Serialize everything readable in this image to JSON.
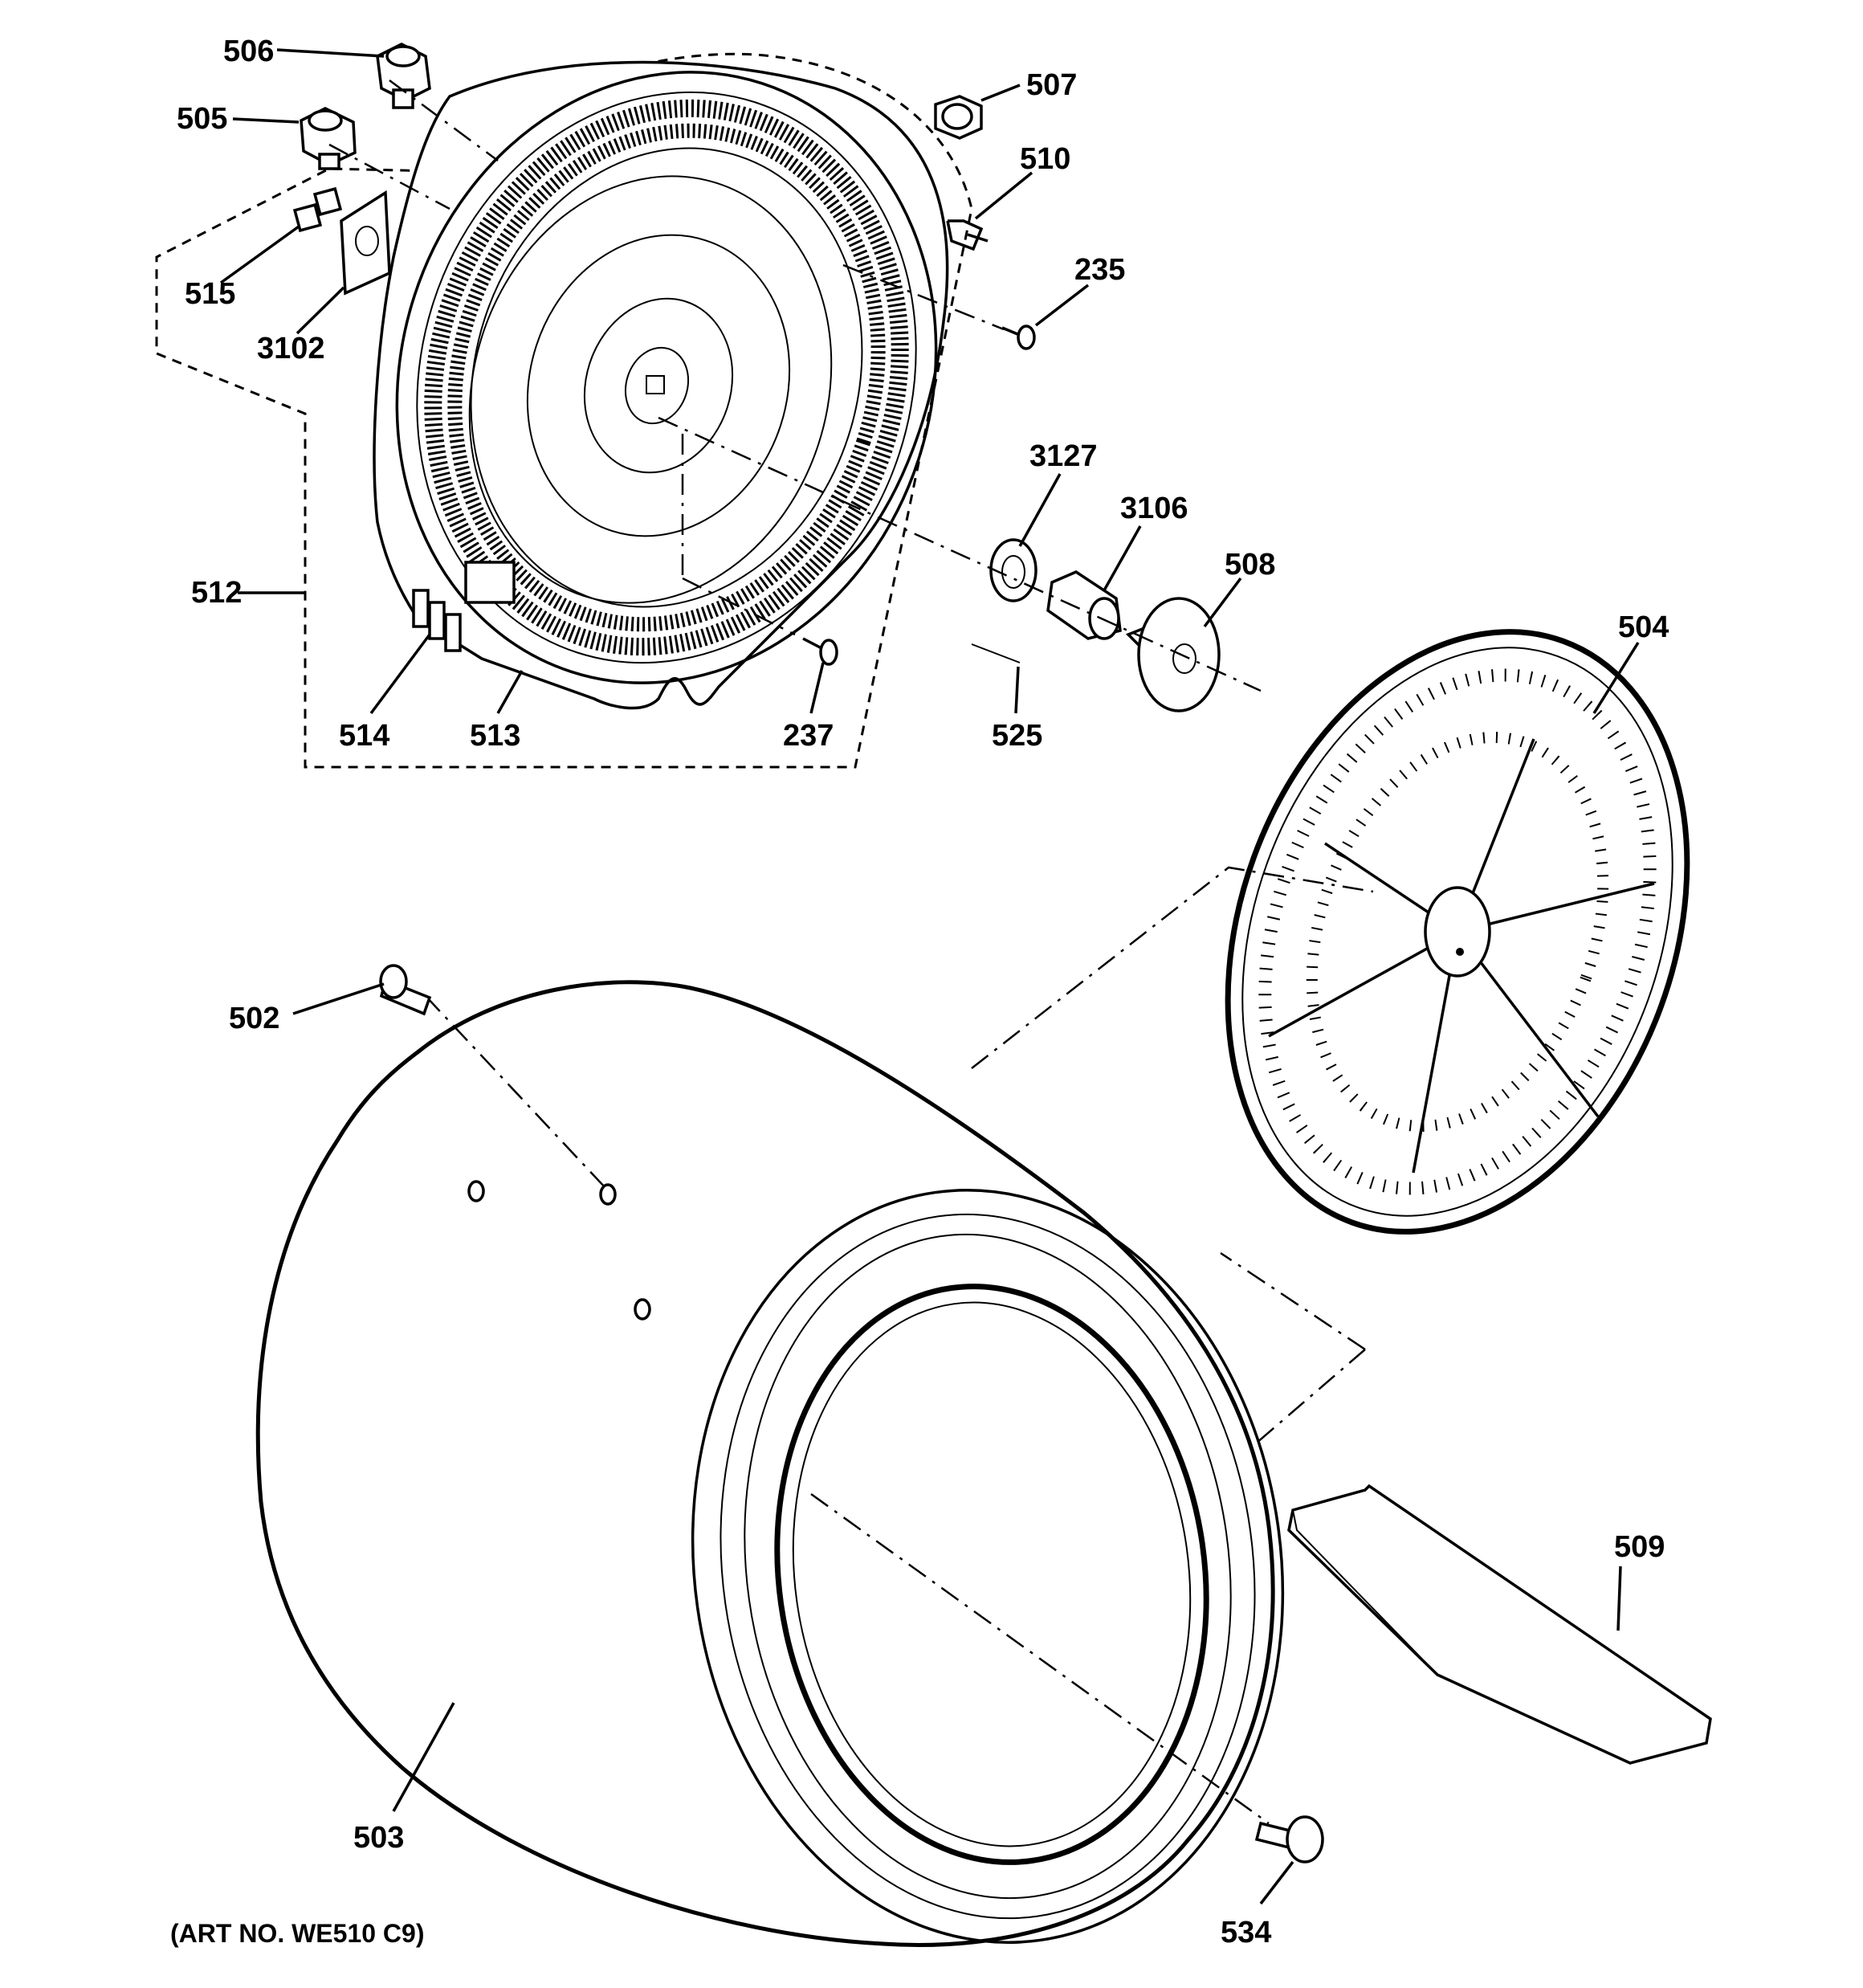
{
  "diagram": {
    "labels": {
      "p506": "506",
      "p505": "505",
      "p507": "507",
      "p510": "510",
      "p515": "515",
      "p3102": "3102",
      "p235": "235",
      "p3127": "3127",
      "p3106": "3106",
      "p508": "508",
      "p512": "512",
      "p514": "514",
      "p513": "513",
      "p237": "237",
      "p525": "525",
      "p504": "504",
      "p502": "502",
      "p503": "503",
      "p509": "509",
      "p534": "534"
    },
    "art_number": "(ART NO. WE510 C9)"
  }
}
